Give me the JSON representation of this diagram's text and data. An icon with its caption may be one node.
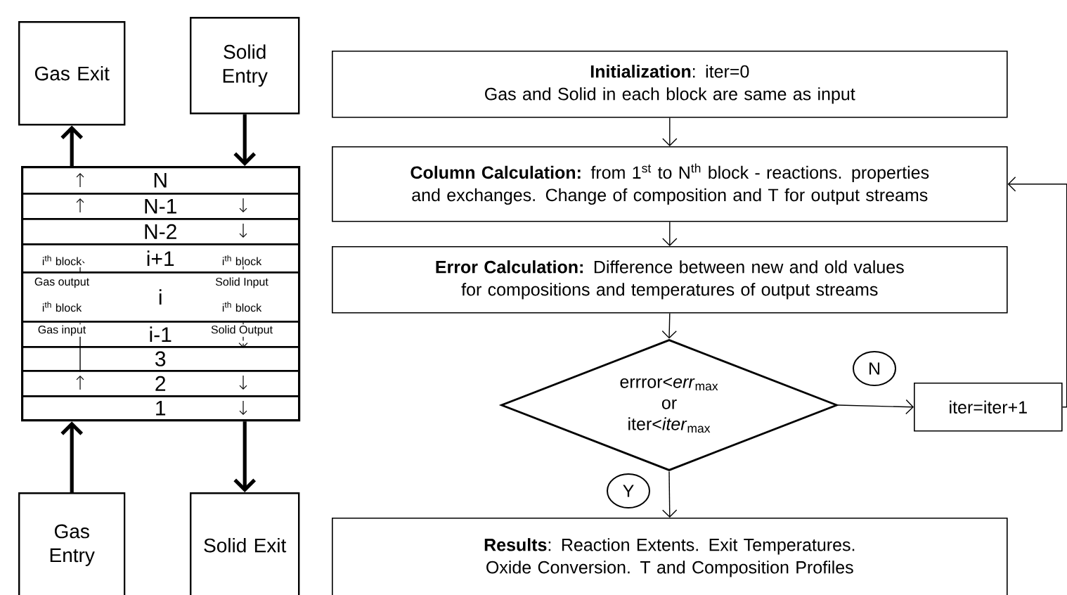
{
  "diagram": {
    "nodes": [
      {
        "text": [
          "Gas Exit"
        ]
      },
      {
        "text": [
          "Solid Entry"
        ]
      },
      {
        "text": [],
        "shape": "box"
      },
      {
        "text": [
          "N"
        ],
        "in": 2
      },
      {
        "text": [
          "N-1"
        ],
        "in": 2
      },
      {
        "text": [
          "N-2"
        ],
        "in": 2
      },
      {
        "text": [
          "i+1"
        ],
        "in": 2
      },
      {
        "text": [
          "i"
        ],
        "in": 2
      },
      {
        "text": [
          "i-1"
        ],
        "in": 2
      },
      {
        "text": [
          "3"
        ],
        "in": 2
      },
      {
        "text": [
          "2"
        ],
        "in": 2
      },
      {
        "text": [
          "1"
        ],
        "in": 2
      },
      {
        "text": [
          "Gas Entry"
        ]
      },
      {
        "text": [
          "Solid Exit"
        ]
      },
      {
        "text": [
          "**Initialization**: iter=0",
          "Gas and Solid in each block are same as input"
        ]
      },
      {
        "text": [
          "**Column Calculation:** from 1$^{st}$ to N$^{th}$ block - reactions. properties and exchanges. Change of composition and T for output streams"
        ]
      },
      {
        "text": [
          "**Error Calculation:** Difference between new and old values for compositions and temperatures of output streams"
        ]
      },
      {
        "text": [
          "errror<*err*$_{max}$",
          "or",
          "iter<*iter*$_{max}$"
        ]
      },
      {
        "text": [
          "iter=iter+1"
        ]
      },
      {
        "text": [
          "**Results**: Reaction Extents. Exit Temperatures. Oxide Conversion. T and Composition Profiles"
        ]
      }
    ],
    "edges": [
      {
        "from": 2,
        "to": 0,
        "arrow": "to",
        "style": "thick"
      },
      {
        "from": 1,
        "to": 2,
        "arrow": "to",
        "style": "thick"
      },
      {
        "from": 12,
        "to": 2,
        "arrow": "to",
        "style": "thick"
      },
      {
        "from": 2,
        "to": 13,
        "arrow": "to",
        "style": "thick"
      },
      {
        "from": 14,
        "to": 15,
        "arrow": "to"
      },
      {
        "from": 15,
        "to": 16,
        "arrow": "to"
      },
      {
        "from": 16,
        "to": 17,
        "arrow": "to"
      },
      {
        "from": 17,
        "to": 18,
        "arrow": "to",
        "label": "N"
      },
      {
        "from": 18,
        "to": 15,
        "arrow": "to"
      },
      {
        "from": 17,
        "to": 19,
        "arrow": "to",
        "label": "Y"
      },
      {
        "from": 9,
        "to": 8,
        "arrow": "none"
      },
      {
        "from": 8,
        "to": 7,
        "arrow": "none",
        "style": "dashed"
      },
      {
        "from": 7,
        "to": 6,
        "arrow": "to",
        "style": "dashed"
      },
      {
        "from": 6,
        "to": 7,
        "arrow": "none",
        "style": "dashed"
      },
      {
        "from": 7,
        "to": 8,
        "arrow": "to",
        "style": "dashed"
      }
    ],
    "labels": [
      "i$^{th}$ block",
      "i$^{th}$ block",
      "Gas output",
      "Solid Input",
      "i$^{th}$ block",
      "i$^{th}$ block",
      "Gas input",
      "Solid Output"
    ]
  }
}
